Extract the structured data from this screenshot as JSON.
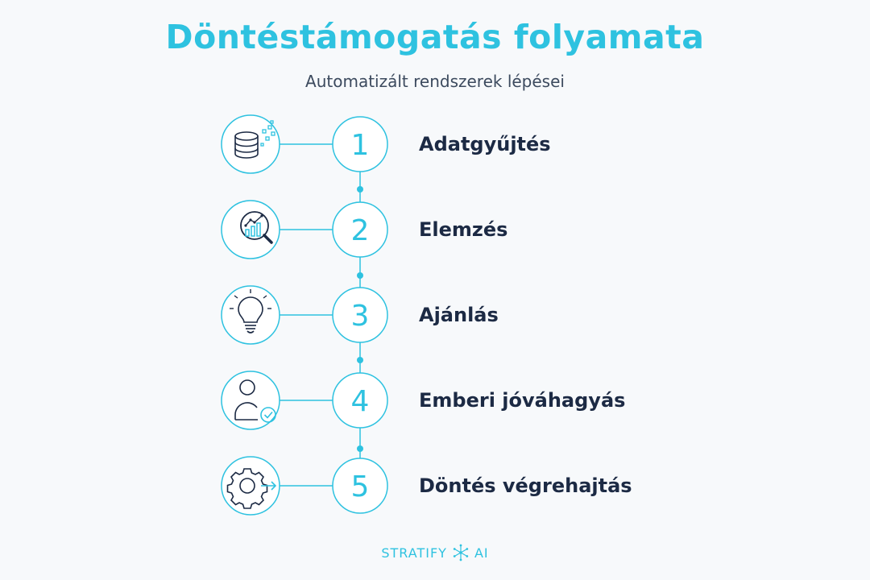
{
  "title": "Döntéstámogatás folyamata",
  "subtitle": "Automatizált rendszerek lépései",
  "accent_color": "#2ec2e0",
  "text_color": "#1c2a44",
  "steps": [
    {
      "number": "1",
      "label": "Adatgyűjtés",
      "icon": "database-icon"
    },
    {
      "number": "2",
      "label": "Elemzés",
      "icon": "analytics-magnifier-icon"
    },
    {
      "number": "3",
      "label": "Ajánlás",
      "icon": "lightbulb-icon"
    },
    {
      "number": "4",
      "label": "Emberi jóváhagyás",
      "icon": "user-approval-icon"
    },
    {
      "number": "5",
      "label": "Döntés végrehajtás",
      "icon": "gear-arrow-icon"
    }
  ],
  "footer": {
    "brand_left": "STRATIFY",
    "brand_right": "AI",
    "logo_icon": "snowflake-logo-icon"
  }
}
